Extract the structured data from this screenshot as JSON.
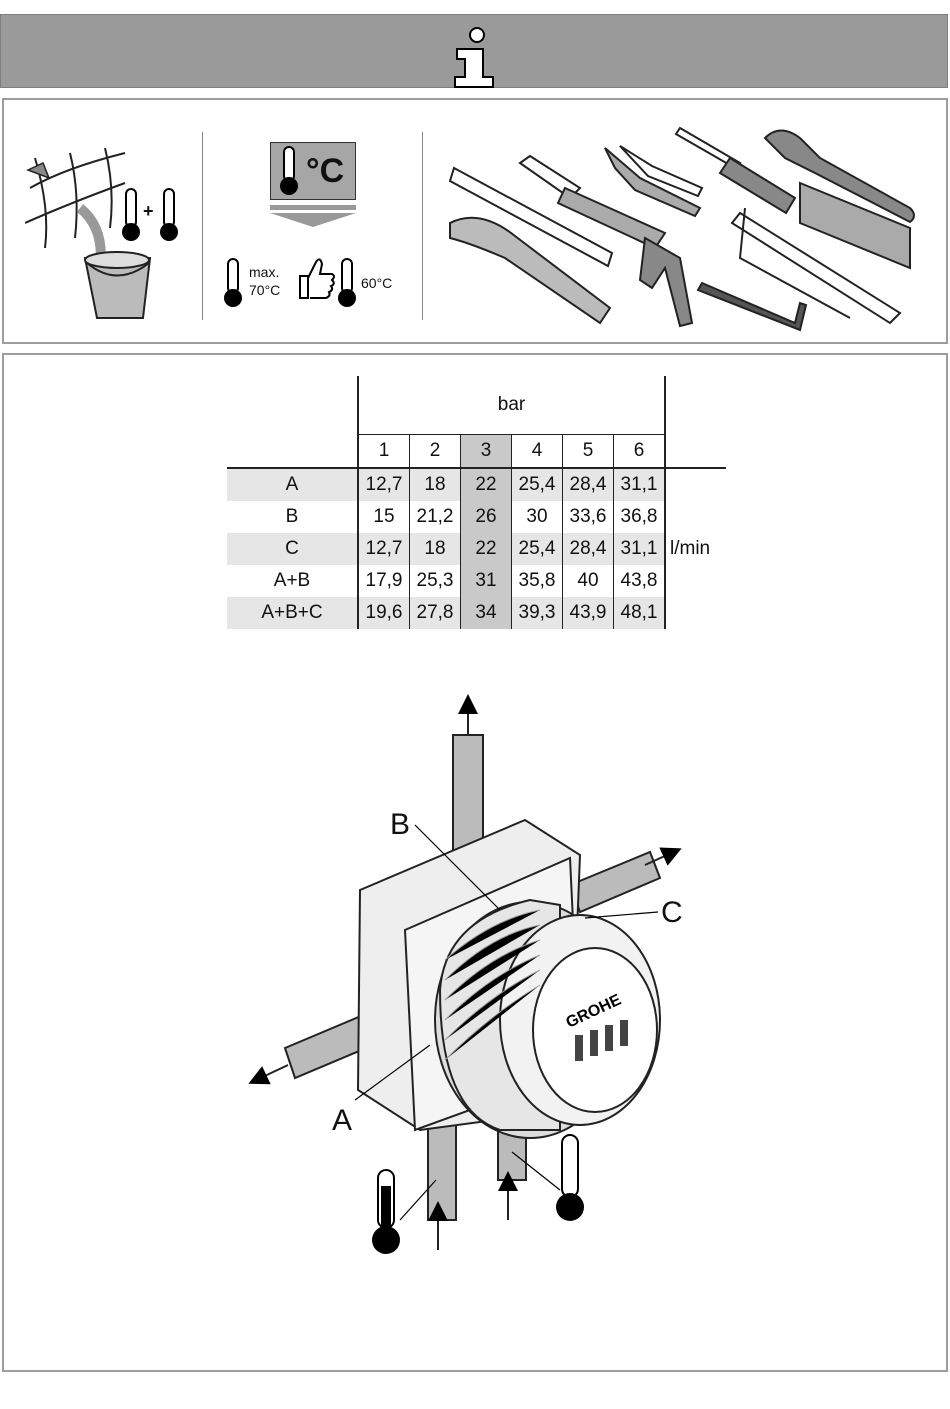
{
  "header": {
    "icon": "info-icon"
  },
  "panel_top": {
    "flush_icon": "flush-bucket-icon",
    "plus": "+",
    "temp_unit": "°C",
    "max_label": "max.",
    "max_value": "70°C",
    "thumb_icon": "thumbs-up-icon",
    "recommended_value": "60°C",
    "tools_icon": "tools-icon"
  },
  "flow_table": {
    "unit_header": "bar",
    "unit_side": "l/min",
    "diagram_labels": {
      "top": "B",
      "left": "A-",
      "right": "-C"
    },
    "pressures": [
      "1",
      "2",
      "3",
      "4",
      "5",
      "6"
    ],
    "rows": [
      {
        "label": "A",
        "values": [
          "12,7",
          "18",
          "22",
          "25,4",
          "28,4",
          "31,1"
        ]
      },
      {
        "label": "B",
        "values": [
          "15",
          "21,2",
          "26",
          "30",
          "33,6",
          "36,8"
        ]
      },
      {
        "label": "C",
        "values": [
          "12,7",
          "18",
          "22",
          "25,4",
          "28,4",
          "31,1"
        ]
      },
      {
        "label": "A+B",
        "values": [
          "17,9",
          "25,3",
          "31",
          "35,8",
          "40",
          "43,8"
        ]
      },
      {
        "label": "A+B+C",
        "values": [
          "19,6",
          "27,8",
          "34",
          "39,3",
          "43,9",
          "48,1"
        ]
      }
    ]
  },
  "figure": {
    "label_a": "A",
    "label_b": "B",
    "label_c": "C",
    "brand": "GROHE",
    "hot_icon": "thermometer-hot-icon",
    "cold_icon": "thermometer-cold-icon"
  }
}
